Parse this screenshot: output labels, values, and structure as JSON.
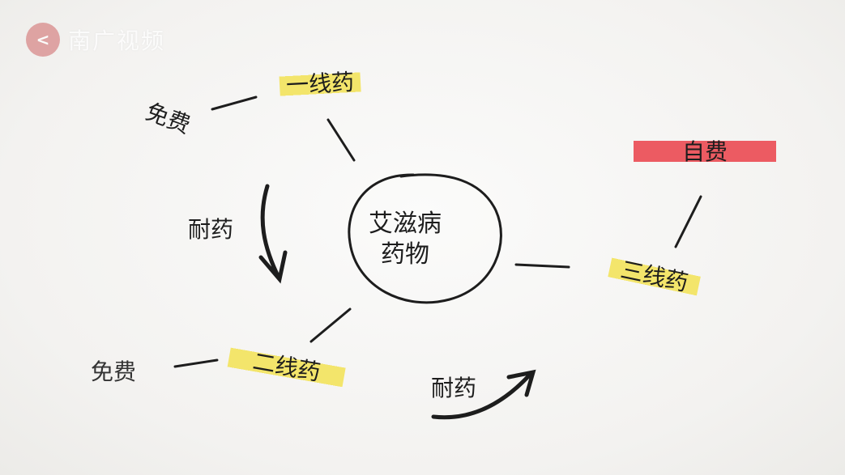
{
  "watermark": {
    "text": "南广视频",
    "icon": "logo-arrow-icon"
  },
  "center": {
    "line1": "艾滋病",
    "line2": "药物"
  },
  "nodes": {
    "first_line": "一线药",
    "second_line": "二线药",
    "third_line": "三线药",
    "free_1": "免费",
    "free_2": "免费",
    "self_pay": "自费",
    "resistance_1": "耐药",
    "resistance_2": "耐药"
  },
  "colors": {
    "highlight_yellow": "#f3e56b",
    "highlight_red": "#ec5b62",
    "ink": "#1d1d1d"
  }
}
